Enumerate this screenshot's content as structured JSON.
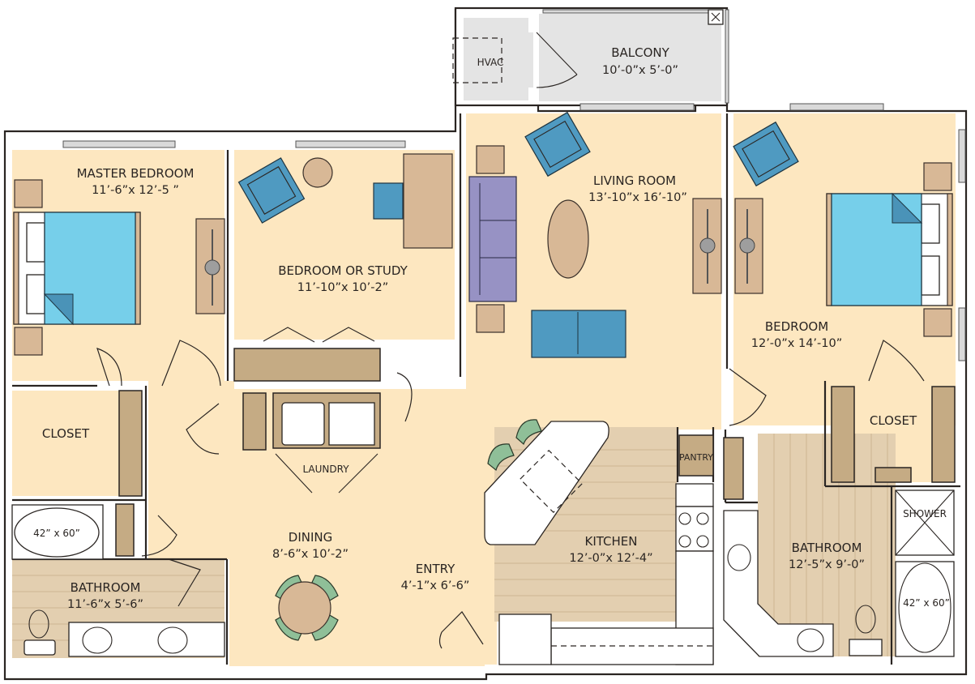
{
  "floorplan": {
    "rooms": [
      {
        "id": "balcony",
        "name": "BALCONY",
        "dims": "10’-0”x 5’-0”"
      },
      {
        "id": "hvac",
        "name": "HVAC",
        "dims": ""
      },
      {
        "id": "master_bedroom",
        "name": "MASTER BEDROOM",
        "dims": "11’-6”x 12’-5 ”"
      },
      {
        "id": "bedroom_or_study",
        "name": "BEDROOM OR STUDY",
        "dims": "11’-10”x 10’-2”"
      },
      {
        "id": "living_room",
        "name": "LIVING ROOM",
        "dims": "13’-10”x 16’-10”"
      },
      {
        "id": "bedroom",
        "name": "BEDROOM",
        "dims": "12’-0”x 14’-10”"
      },
      {
        "id": "closet_master",
        "name": "CLOSET",
        "dims": ""
      },
      {
        "id": "closet_bedroom",
        "name": "CLOSET",
        "dims": ""
      },
      {
        "id": "laundry",
        "name": "LAUNDRY",
        "dims": ""
      },
      {
        "id": "pantry",
        "name": "PANTRY",
        "dims": ""
      },
      {
        "id": "dining",
        "name": "DINING",
        "dims": "8’-6”x 10’-2”"
      },
      {
        "id": "entry",
        "name": "ENTRY",
        "dims": "4’-1”x 6’-6”"
      },
      {
        "id": "kitchen",
        "name": "KITCHEN",
        "dims": "12’-0”x 12’-4”"
      },
      {
        "id": "bathroom_master",
        "name": "BATHROOM",
        "dims": "11’-6”x 5’-6”"
      },
      {
        "id": "bathroom_second",
        "name": "BATHROOM",
        "dims": "12’-5”x 9’-0”"
      },
      {
        "id": "shower",
        "name": "SHOWER",
        "dims": ""
      }
    ],
    "fixtures": {
      "tub_master": "42” x 60”",
      "tub_second": "42” x 60”"
    },
    "colors": {
      "room_fill": "#fde7c0",
      "tile_fill": "#e3cfb0",
      "balcony_fill": "#e4e4e4",
      "furniture_wood": "#d8b896",
      "furniture_blue": "#4f9ac1",
      "bed_blue": "#76cfea",
      "sofa_purple": "#9792c4",
      "chair_green": "#8fbf98",
      "wall_stroke": "#2a2522"
    }
  }
}
